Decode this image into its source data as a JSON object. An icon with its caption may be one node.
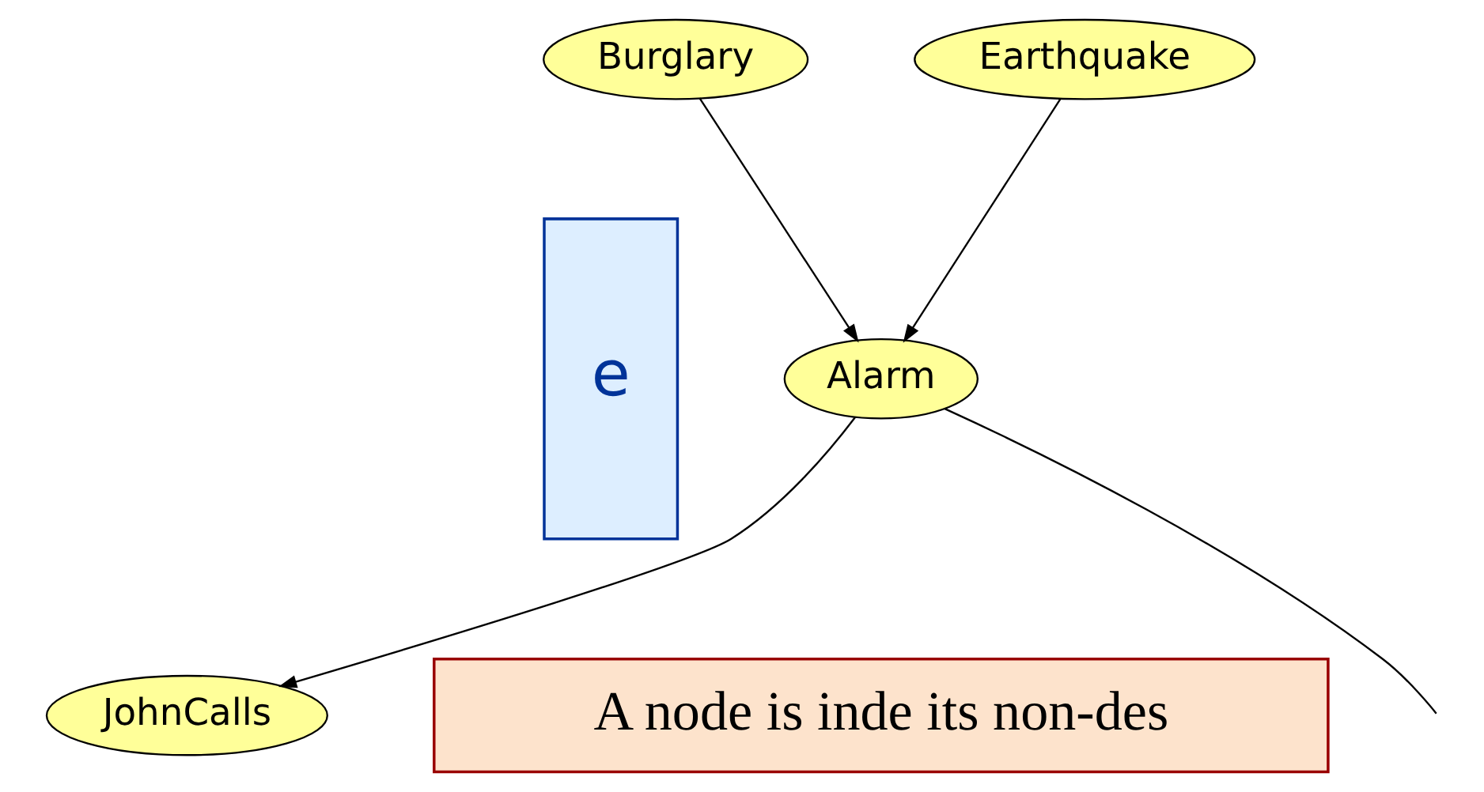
{
  "diagram": {
    "nodes": [
      {
        "text": [
          "Burglary"
        ]
      },
      {
        "text": [
          "Earthquake"
        ]
      },
      {
        "text": [
          "Alarm"
        ]
      },
      {
        "text": [
          "JohnCalls"
        ]
      },
      {
        "text": [
          "e"
        ]
      },
      {
        "text": [
          "A node is inde its non-des"
        ]
      }
    ],
    "edges": [
      {
        "from": 0,
        "to": 2,
        "arrow": "to"
      },
      {
        "from": 1,
        "to": 2,
        "arrow": "to"
      },
      {
        "from": 2,
        "to": 3,
        "arrow": "to"
      },
      {
        "from": 2,
        "to": null,
        "arrow": "none"
      }
    ]
  }
}
